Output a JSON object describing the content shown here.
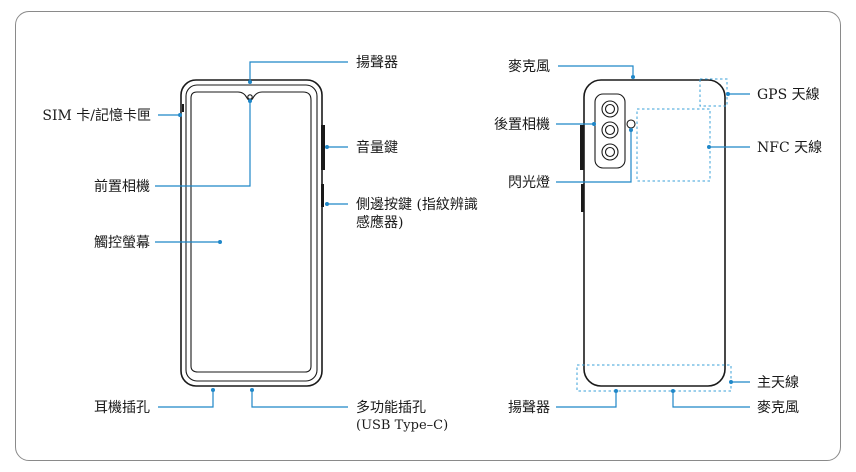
{
  "front_labels": {
    "speaker_top": "揚聲器",
    "sim_tray": "SIM 卡/記憶卡匣",
    "volume_key": "音量鍵",
    "front_camera": "前置相機",
    "side_key_line1": "側邊按鍵 (指紋辨識",
    "side_key_line2": "感應器)",
    "touchscreen": "觸控螢幕",
    "earphone_jack": "耳機插孔",
    "multipurpose_jack_line1": "多功能插孔",
    "multipurpose_jack_line2": "(USB Type–C)"
  },
  "back_labels": {
    "microphone_top": "麥克風",
    "gps_antenna": "GPS 天線",
    "rear_camera": "後置相機",
    "nfc_antenna": "NFC 天線",
    "flash": "閃光燈",
    "main_antenna": "主天線",
    "speaker_bottom": "揚聲器",
    "microphone_bottom": "麥克風"
  },
  "colors": {
    "leader": "#1f87c8",
    "dashed_area": "#3aa0d8",
    "outline": "#1a1a1a",
    "frame": "#8a8a8a"
  }
}
